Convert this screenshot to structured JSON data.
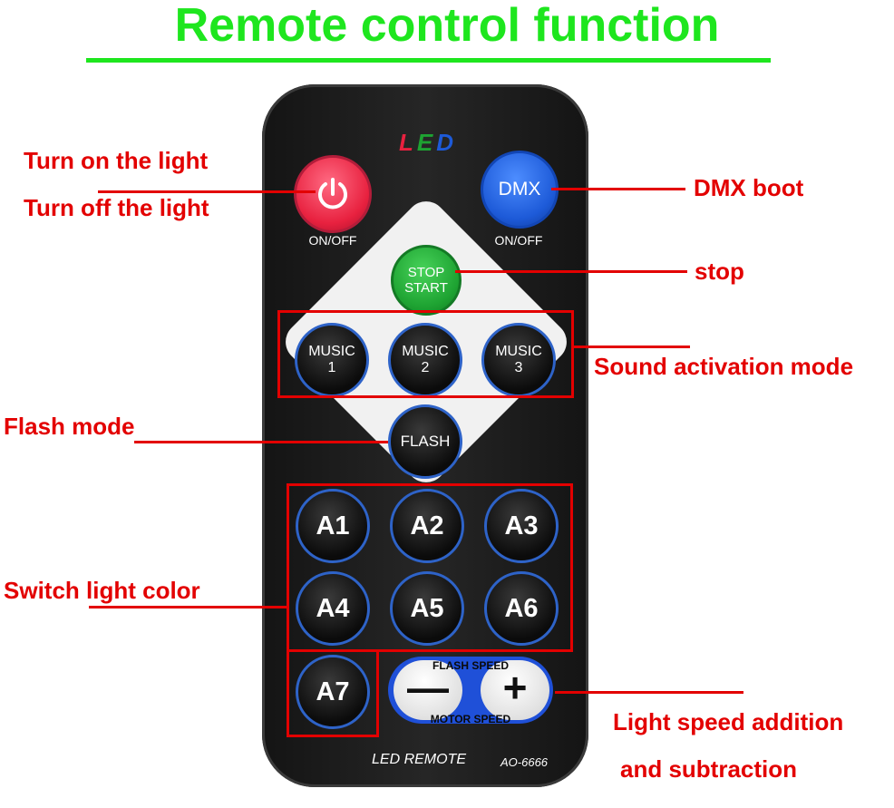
{
  "title": "Remote control function",
  "labels": {
    "power_line1": "Turn on the light",
    "power_line2": "Turn off the light",
    "dmx": "DMX boot",
    "stop": "stop",
    "sound": "Sound activation mode",
    "flash": "Flash mode",
    "switch_color": "Switch light color",
    "speed_line1": "Light speed addition",
    "speed_line2": "and subtraction"
  },
  "remote": {
    "logo": {
      "L": "L",
      "E": "E",
      "D": "D"
    },
    "power_sub": "ON/OFF",
    "dmx_label": "DMX",
    "dmx_sub": "ON/OFF",
    "stop_line1": "STOP",
    "stop_line2": "START",
    "music": [
      {
        "line1": "MUSIC",
        "line2": "1"
      },
      {
        "line1": "MUSIC",
        "line2": "2"
      },
      {
        "line1": "MUSIC",
        "line2": "3"
      }
    ],
    "flash_label": "FLASH",
    "colors": [
      "A1",
      "A2",
      "A3",
      "A4",
      "A5",
      "A6",
      "A7"
    ],
    "flash_speed": "FLASH SPEED",
    "motor_speed": "MOTOR SPEED",
    "minus": "—",
    "plus": "+",
    "brand": "LED REMOTE",
    "model": "AO-6666"
  },
  "colors": {
    "title_green": "#1ee61e",
    "annotation_red": "#e30000",
    "logo_L": "#e8213f",
    "logo_E": "#1ea332",
    "logo_D": "#1d5ad8"
  }
}
